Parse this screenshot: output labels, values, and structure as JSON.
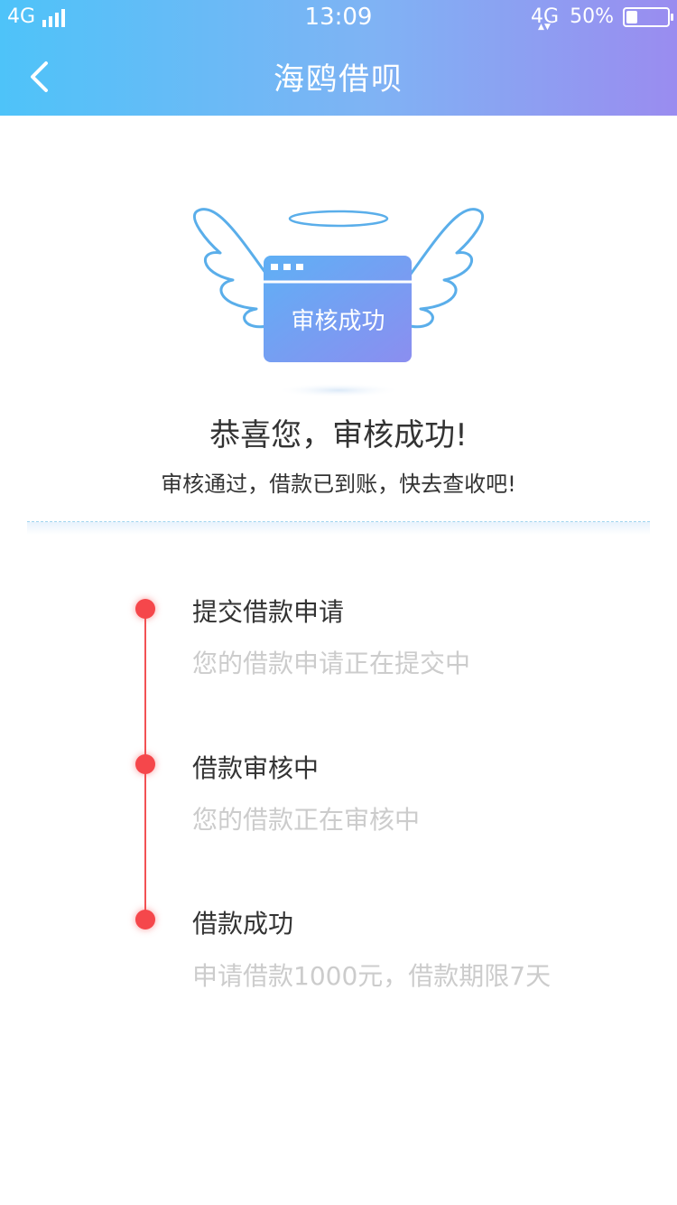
{
  "status_bar": {
    "network_left": "4G",
    "time": "13:09",
    "network_right": "4G",
    "battery": "50%"
  },
  "nav": {
    "title": "海鸥借呗"
  },
  "illustration": {
    "card_label": "审核成功"
  },
  "result": {
    "headline": "恭喜您，审核成功!",
    "subline": "审核通过，借款已到账，快去查收吧!"
  },
  "steps": [
    {
      "title": "提交借款申请",
      "desc": "您的借款申请正在提交中"
    },
    {
      "title": "借款审核中",
      "desc": "您的借款正在审核中"
    },
    {
      "title": "借款成功",
      "desc": "申请借款1000元，借款期限7天"
    }
  ],
  "colors": {
    "header_start": "#4ec3f9",
    "header_end": "#9a8cf0",
    "timeline": "#f25254"
  }
}
